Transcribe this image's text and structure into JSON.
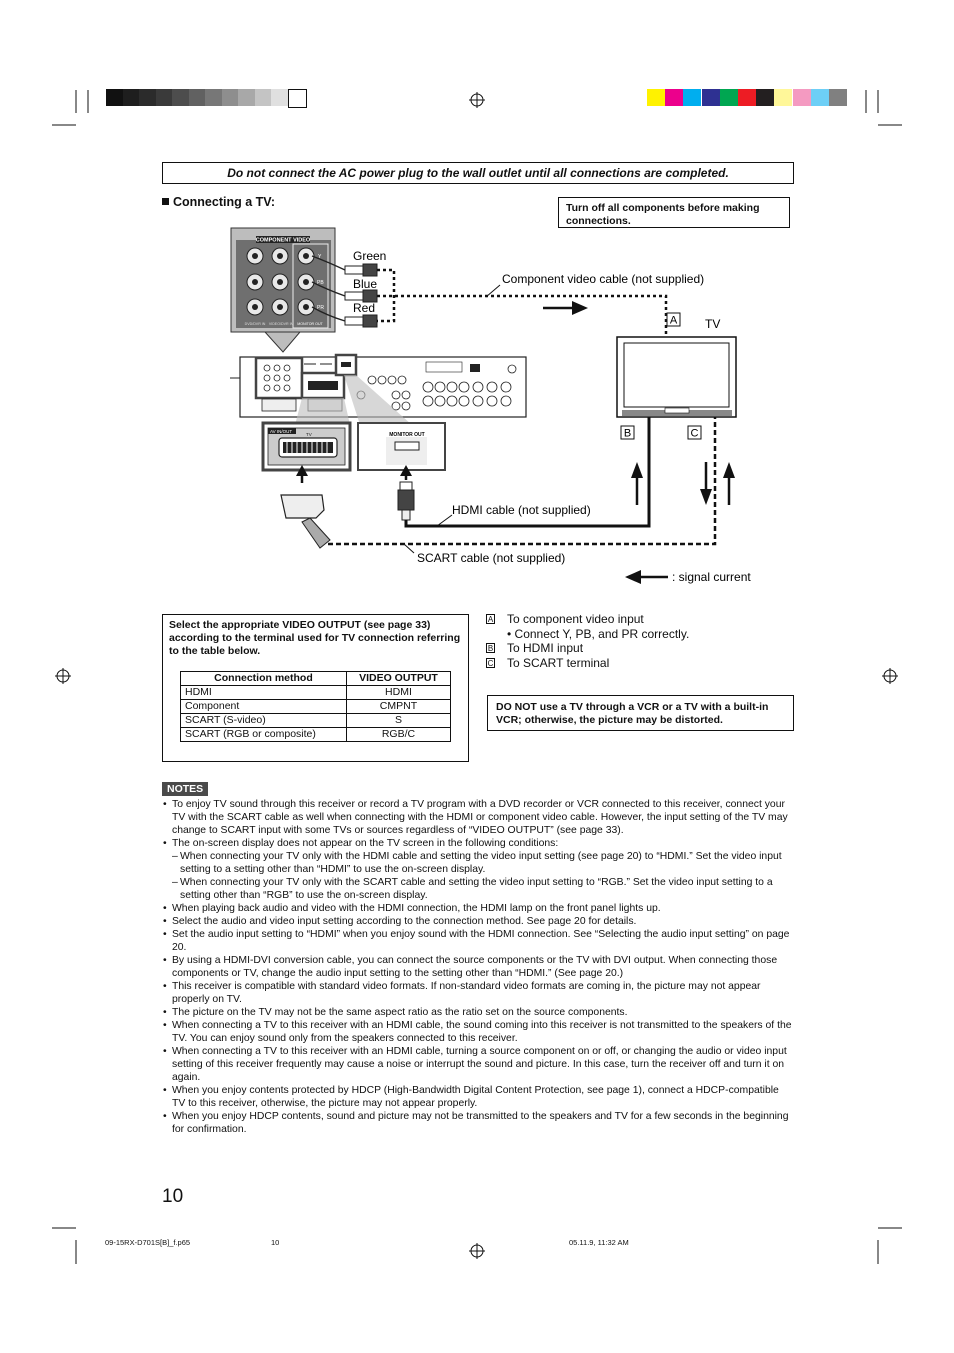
{
  "warning": "Do not connect the AC power plug to the wall outlet until all connections are completed.",
  "section_title": "Connecting a TV:",
  "turn_off_note": "Turn off all components before making connections.",
  "diagram": {
    "panel_title": "COMPONENT VIDEO",
    "jack_y": "Y",
    "jack_pb": "PB",
    "jack_pr": "PR",
    "panel_footer_1": "DVD/DVR IN",
    "panel_footer_2": "VIDEO/DVR IN",
    "panel_footer_3": "MONITOR OUT",
    "color_green": "Green",
    "color_blue": "Blue",
    "color_red": "Red",
    "component_cable": "Component video cable (not supplied)",
    "tv_label": "TV",
    "letter_a": "A",
    "letter_b": "B",
    "letter_c": "C",
    "av_in_out": "AV IN/OUT",
    "av_tv": "TV",
    "hdmi_monitor_out": "MONITOR OUT",
    "hdmi_cable": "HDMI cable (not supplied)",
    "scart_cable": "SCART cable (not supplied)",
    "signal_current": ": signal current"
  },
  "select_instruction": "Select the appropriate VIDEO OUTPUT (see page 33) according to the terminal used for TV connection referring to the table below.",
  "table": {
    "headers": [
      "Connection method",
      "VIDEO OUTPUT"
    ],
    "rows": [
      [
        "HDMI",
        "HDMI"
      ],
      [
        "Component",
        "CMPNT"
      ],
      [
        "SCART (S-video)",
        "S"
      ],
      [
        "SCART (RGB or composite)",
        "RGB/C"
      ]
    ]
  },
  "legend": {
    "a_letter": "A",
    "a": "To component video input",
    "a_sub": "• Connect Y, PB, and PR correctly.",
    "b_letter": "B",
    "b": "To HDMI input",
    "c_letter": "C",
    "c": "To SCART terminal"
  },
  "vcr_warning": "DO NOT use a TV through a VCR or a TV with a built-in VCR; otherwise, the picture may be distorted.",
  "notes_label": "NOTES",
  "notes": {
    "n1": "To enjoy TV sound through this receiver or record a TV program with a DVD recorder or VCR connected to this receiver, connect your TV with the SCART cable as well when connecting with the HDMI or component video cable. However, the input setting of the TV may change to SCART input with some TVs or sources regardless of “VIDEO OUTPUT” (see page 33).",
    "n2": "The on-screen display does not appear on the TV screen in the following conditions:",
    "n2a": "When connecting your TV only with the HDMI cable and setting the video input setting (see page 20) to “HDMI.” Set the video input setting to a setting other than “HDMI” to use the on-screen display.",
    "n2b": "When connecting your TV only with the SCART cable and setting the video input setting to “RGB.” Set the video input setting to a setting other than “RGB” to use the on-screen display.",
    "n3": "When playing back audio and video with the HDMI connection, the HDMI lamp on the front panel lights up.",
    "n4": "Select the audio and video input setting according to the connection method. See page 20 for details.",
    "n5": "Set the audio input setting to “HDMI” when you enjoy sound with the HDMI connection. See “Selecting the audio input setting” on page 20.",
    "n6": "By using a HDMI-DVI conversion cable, you can connect the source components or the TV with DVI output. When connecting those components or TV, change the audio input setting to the setting other than “HDMI.” (See page 20.)",
    "n7": "This receiver is compatible with standard video formats. If non-standard video formats are coming in, the picture may not appear properly on TV.",
    "n8": "The picture on the TV may not be the same aspect ratio as the ratio set on the source components.",
    "n9": "When connecting a TV to this receiver with an HDMI cable, the sound coming into this receiver is not transmitted to the speakers of the TV. You can enjoy sound only from the speakers connected to this receiver.",
    "n10": "When connecting a TV to this receiver with an HDMI cable, turning a source component on or off, or changing the audio or video input setting of this receiver frequently may cause a noise or interrupt the sound and picture. In this case, turn the receiver off and turn it on again.",
    "n11": "When you enjoy contents protected by HDCP (High-Bandwidth Digital Content Protection, see page 1), connect a HDCP-compatible TV to this receiver, otherwise, the picture may not appear properly.",
    "n12": "When you enjoy HDCP contents, sound and picture may not be transmitted to the speakers and TV for a few seconds in the beginning for confirmation."
  },
  "page_number": "10",
  "footer": {
    "file": "09-15RX-D701S[B]_f.p65",
    "page": "10",
    "date": "05.11.9, 11:32 AM"
  },
  "colors": {
    "gray_bar": [
      "#111111",
      "#1e1e1e",
      "#2b2b2b",
      "#3a3a3a",
      "#4d4d4d",
      "#616161",
      "#777777",
      "#8e8e8e",
      "#a8a8a8",
      "#c4c4c4",
      "#e0e0e0",
      "#ffffff"
    ],
    "color_bar": [
      "#fff200",
      "#ec008c",
      "#00aeef",
      "#2e3192",
      "#00a651",
      "#ed1c24",
      "#231f20",
      "#fff799",
      "#f49ac1",
      "#6dcff6",
      "#808080"
    ]
  }
}
